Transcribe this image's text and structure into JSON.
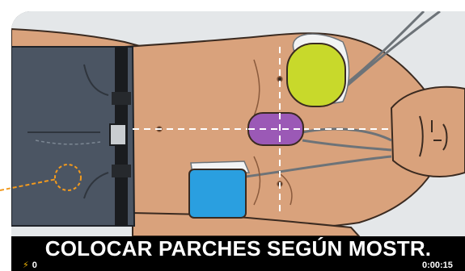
{
  "instruction": {
    "text": "COLOCAR PARCHES SEGÚN MOSTR."
  },
  "status_bar": {
    "shock_icon": "lightning-bolt-icon",
    "shock_count": "0",
    "elapsed_time": "0:00:15"
  },
  "colors": {
    "screen_background": "#000000",
    "instruction_text": "#ffffff",
    "skin": "#d9a27c",
    "pants": "#4b5563",
    "pad_yellow_green": "#c8d92b",
    "pad_purple": "#9b59b6",
    "pad_blue": "#2a9fe0",
    "callout_orange": "#f29a1e",
    "guide_lines": "#ffffff",
    "shock_icon": "#f2b705"
  }
}
